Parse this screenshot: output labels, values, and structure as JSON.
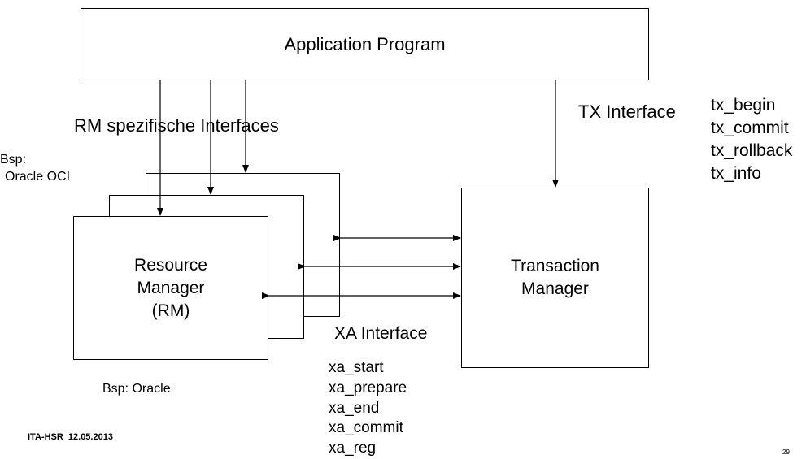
{
  "app_box": {
    "label": "Application Program"
  },
  "rm_interfaces_label": "RM spezifische Interfaces",
  "rm_example": {
    "line1": "Bsp:",
    "line2": "Oracle OCI"
  },
  "tx_interface_label": "TX Interface",
  "tx_functions": [
    "tx_begin",
    "tx_commit",
    "tx_rollback",
    "tx_info"
  ],
  "resource_manager": {
    "line1": "Resource",
    "line2": "Manager",
    "line3": "(RM)"
  },
  "rm_bottom_example": "Bsp: Oracle",
  "transaction_manager": {
    "line1": "Transaction",
    "line2": "Manager"
  },
  "xa_interface_label": "XA Interface",
  "xa_functions": [
    "xa_start",
    "xa_prepare",
    "xa_end",
    "xa_commit",
    "xa_reg"
  ],
  "footer": {
    "left": "ITA-HSR  12.05.2013",
    "right": "29"
  }
}
